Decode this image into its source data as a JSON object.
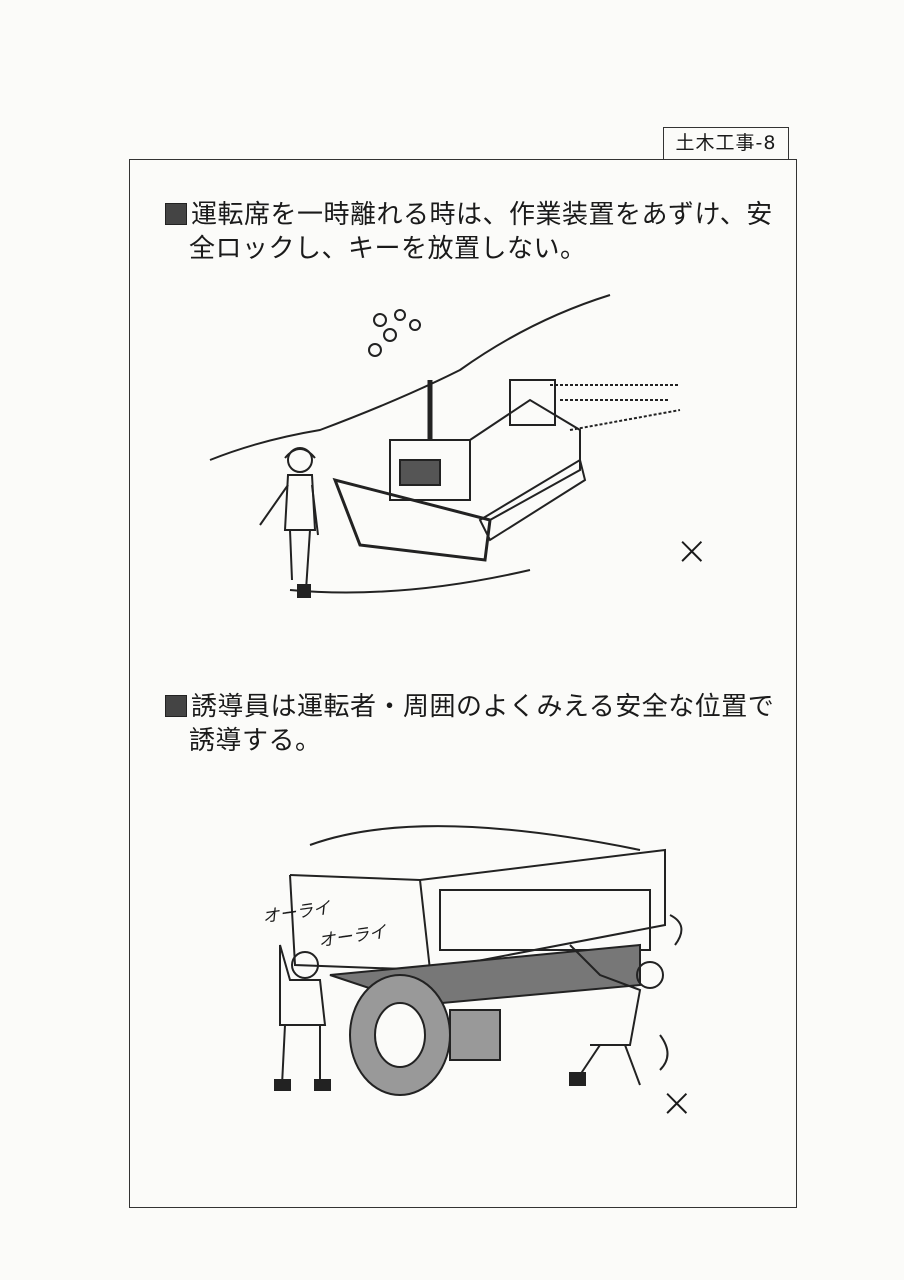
{
  "page_label": "土木工事-8",
  "sections": [
    {
      "bullet_icon": "boxed-zu-bullet",
      "line1": "運転席を一時離れる時は、作業装置をあずけ、安",
      "line2": "全ロックし、キーを放置しない。",
      "mark": "×"
    },
    {
      "bullet_icon": "boxed-zu-bullet",
      "line1": "誘導員は運転者・周囲のよくみえる安全な位置で",
      "line2": "誘導する。",
      "mark": "×",
      "speech": [
        "オーライ",
        "オーライ"
      ]
    }
  ]
}
